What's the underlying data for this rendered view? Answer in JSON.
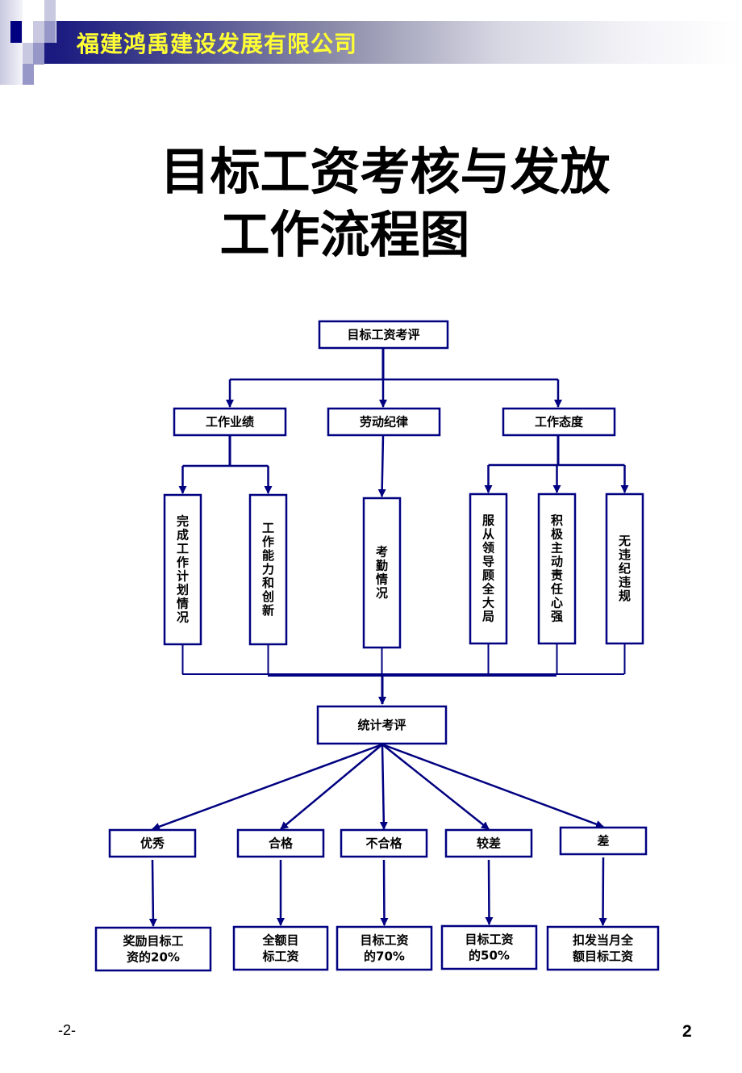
{
  "header": {
    "company": "福建鸿禹建设发展有限公司",
    "brand_color": "#1a1a80",
    "company_text_color": "#ffff33"
  },
  "title": {
    "line1": "目标工资考核与发放",
    "line2": "工作流程图"
  },
  "flowchart": {
    "line_color": "#000080",
    "root": "目标工资考评",
    "categories": [
      {
        "label": "工作业绩",
        "items": [
          "完成工作计划情况",
          "工作能力和创新"
        ]
      },
      {
        "label": "劳动纪律",
        "items": [
          "考勤情况"
        ]
      },
      {
        "label": "工作态度",
        "items": [
          "服从领导顾全大局",
          "积极主动责任心强",
          "无违纪违规"
        ]
      }
    ],
    "aggregate": "统计考评",
    "grades": [
      {
        "label": "优秀",
        "result": "奖励目标工资的20%"
      },
      {
        "label": "合格",
        "result": "全额目标工资"
      },
      {
        "label": "不合格",
        "result": "目标工资的70%"
      },
      {
        "label": "较差",
        "result": "目标工资的50%"
      },
      {
        "label": "差",
        "result": "扣发当月全额目标工资"
      }
    ],
    "result_lines": [
      [
        "奖励目标工",
        "资的20%"
      ],
      [
        "全额目",
        "标工资"
      ],
      [
        "目标工资",
        "的70%"
      ],
      [
        "目标工资",
        "的50%"
      ],
      [
        "扣发当月全",
        "额目标工资"
      ]
    ]
  },
  "footer": {
    "page_label": "-2-",
    "page_number": "2"
  }
}
